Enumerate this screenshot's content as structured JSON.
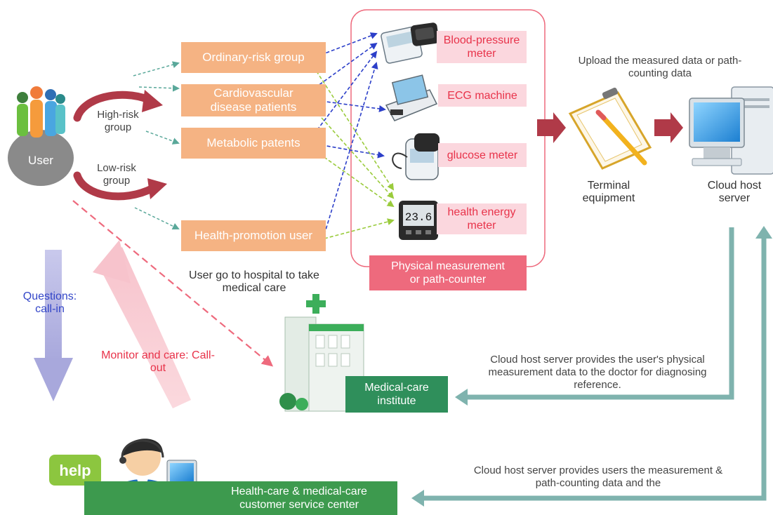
{
  "user": {
    "label": "User"
  },
  "transitions": {
    "high_risk": "High-risk group",
    "low_risk": "Low-risk group"
  },
  "groups": [
    {
      "label": "Ordinary-risk group"
    },
    {
      "label": "Cardiovascular disease patients"
    },
    {
      "label": "Metabolic patents"
    },
    {
      "label": "Health-promotion user"
    }
  ],
  "devices": [
    {
      "label": "Blood-pressure meter",
      "icon": "blood-pressure-meter-icon"
    },
    {
      "label": "ECG machine",
      "icon": "ecg-machine-icon"
    },
    {
      "label": "glucose meter",
      "icon": "glucose-meter-icon"
    },
    {
      "label": "health energy meter",
      "icon": "health-energy-meter-icon",
      "display": "23.6"
    }
  ],
  "measurement_caption": "Physical measurement or path-counter",
  "upload_note": "Upload the measured data or path-counting data",
  "terminal": {
    "label": "Terminal equipment",
    "icon": "clipboard-icon"
  },
  "cloud": {
    "label": "Cloud host server",
    "icon": "server-computer-icon"
  },
  "hospital_note": "User go to hospital to take medical care",
  "questions": "Questions: call-in",
  "monitor": "Monitor and care: Call-out",
  "medical": {
    "label": "Medical-care institute",
    "icon": "hospital-building-icon"
  },
  "doctor_note": "Cloud host server provides the user's physical measurement data to the doctor for diagnosing reference.",
  "service_center": {
    "label": "Health-care & medical-care customer service center",
    "help": "help"
  },
  "service_note": "Cloud host server provides users the measurement & path-counting data and the",
  "colors": {
    "orange_box": "#f5b383",
    "pink_text": "#e8334a",
    "pink_bg": "#fbd7de",
    "teal_arrow": "#7fb3ae",
    "maroon_arrow": "#b03a48",
    "blue_dashed": "#2c3fc9",
    "green_dashed": "#8cc63f",
    "green_box": "#3d9a4e",
    "medical_box": "#2f8f5b"
  }
}
